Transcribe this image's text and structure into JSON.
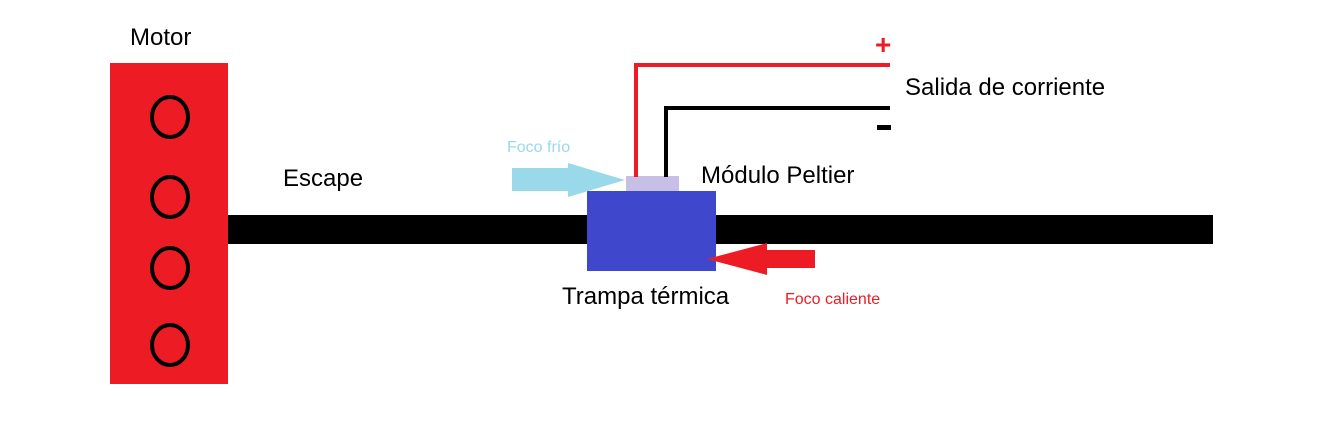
{
  "labels": {
    "motor": "Motor",
    "escape": "Escape",
    "cold_focus": "Foco frío",
    "peltier": "Módulo Peltier",
    "thermal_trap": "Trampa térmica",
    "hot_focus": "Foco caliente",
    "current_output": "Salida de corriente",
    "plus": "+",
    "minus": "-"
  },
  "colors": {
    "motor": "#ed1c24",
    "pipe": "#000000",
    "trap": "#3f48cc",
    "peltier": "#c8bfe7",
    "cold_arrow": "#99d9ea",
    "hot_arrow": "#ed1c24",
    "wire_positive": "#ed1c24",
    "wire_negative": "#000000"
  }
}
